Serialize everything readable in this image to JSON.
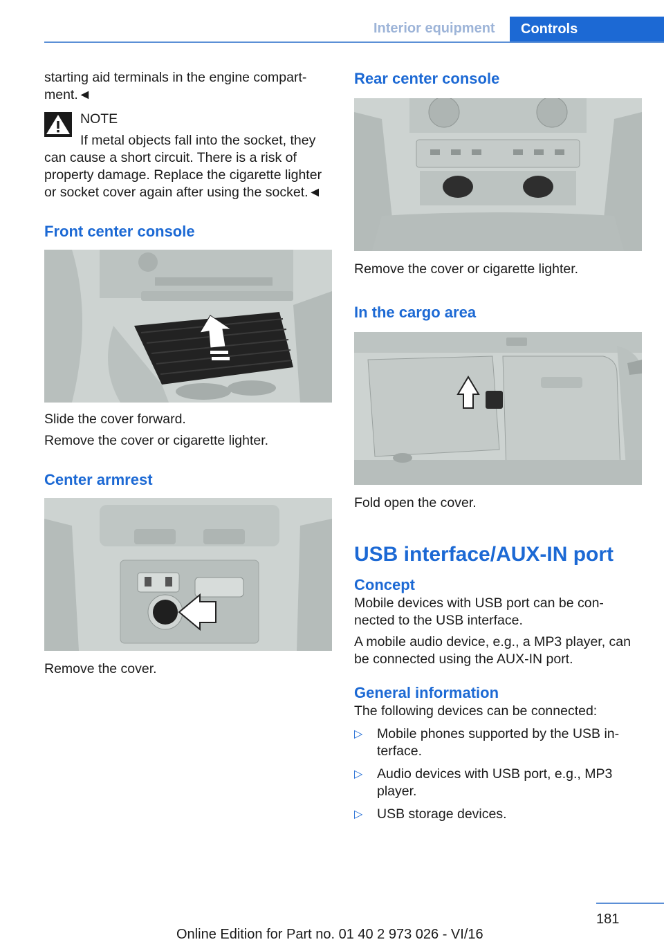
{
  "header": {
    "section": "Interior equipment",
    "tab": "Controls"
  },
  "left": {
    "intro": "starting aid terminals in the engine compart-ment.◄",
    "note_title": "NOTE",
    "note_first_line": "If metal objects fall into the socket, they",
    "note_rest": "can cause a short circuit. There is a risk of property damage. Replace the cigarette lighter or socket cover again after using the socket.◄",
    "front_heading": "Front center console",
    "front_step1": "Slide the cover forward.",
    "front_step2": "Remove the cover or cigarette lighter.",
    "armrest_heading": "Center armrest",
    "armrest_step": "Remove the cover."
  },
  "right": {
    "rear_heading": "Rear center console",
    "rear_step": "Remove the cover or cigarette lighter.",
    "cargo_heading": "In the cargo area",
    "cargo_step": "Fold open the cover.",
    "usb_heading": "USB interface/AUX-IN port",
    "concept_heading": "Concept",
    "concept_p1": "Mobile devices with USB port can be con-nected to the USB interface.",
    "concept_p2": "A mobile audio device, e.g., a MP3 player, can be connected using the AUX-IN port.",
    "general_heading": "General information",
    "general_intro": "The following devices can be connected:",
    "bullets": [
      "Mobile phones supported by the USB in-terface.",
      "Audio devices with USB port, e.g., MP3 player.",
      "USB storage devices."
    ]
  },
  "footer": {
    "page_number": "181",
    "edition": "Online Edition for Part no. 01 40 2 973 026 - VI/16"
  },
  "icons": {
    "warning": "warning-triangle-icon",
    "bullet": "triangle-right-icon"
  },
  "colors": {
    "accent": "#1c69d4",
    "rule": "#5b8fd6",
    "header_muted": "#9db4d8"
  }
}
